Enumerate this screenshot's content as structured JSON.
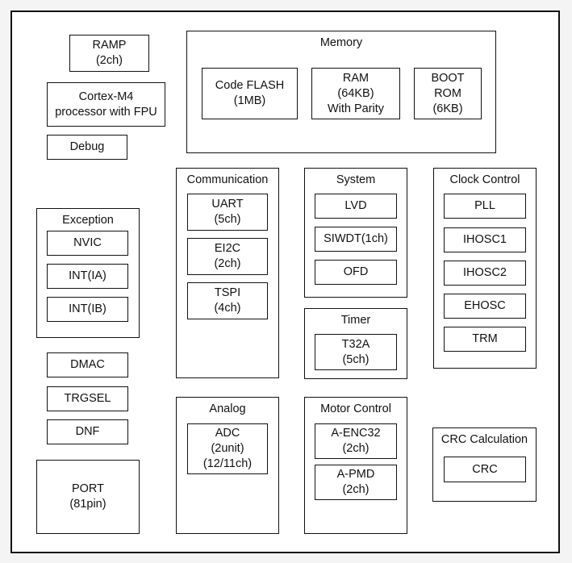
{
  "ramp": [
    "RAMP",
    "(2ch)"
  ],
  "cortex": [
    "Cortex-M4",
    "processor with FPU"
  ],
  "debug": "Debug",
  "memory": {
    "title": "Memory",
    "code_flash": [
      "Code FLASH",
      "(1MB)"
    ],
    "ram": [
      "RAM",
      "(64KB)",
      "With Parity"
    ],
    "boot_rom": [
      "BOOT",
      "ROM",
      "(6KB)"
    ]
  },
  "communication": {
    "title": "Communication",
    "uart": [
      "UART",
      "(5ch)"
    ],
    "ei2c": [
      "EI2C",
      "(2ch)"
    ],
    "tspi": [
      "TSPI",
      "(4ch)"
    ]
  },
  "system": {
    "title": "System",
    "lvd": "LVD",
    "siwdt": "SIWDT(1ch)",
    "ofd": "OFD"
  },
  "clock_control": {
    "title": "Clock Control",
    "pll": "PLL",
    "ihosc1": "IHOSC1",
    "ihosc2": "IHOSC2",
    "ehosc": "EHOSC",
    "trm": "TRM"
  },
  "exception": {
    "title": "Exception",
    "nvic": "NVIC",
    "int_ia": "INT(IA)",
    "int_ib": "INT(IB)"
  },
  "timer": {
    "title": "Timer",
    "t32a": [
      "T32A",
      "(5ch)"
    ]
  },
  "dmac": "DMAC",
  "trgsel": "TRGSEL",
  "dnf": "DNF",
  "analog": {
    "title": "Analog",
    "adc": [
      "ADC",
      "(2unit)",
      "(12/11ch)"
    ]
  },
  "motor_control": {
    "title": "Motor Control",
    "a_enc32": [
      "A-ENC32",
      "(2ch)"
    ],
    "a_pmd": [
      "A-PMD",
      "(2ch)"
    ]
  },
  "crc_calculation": {
    "title": "CRC Calculation",
    "crc": "CRC"
  },
  "port": [
    "PORT",
    "(81pin)"
  ]
}
